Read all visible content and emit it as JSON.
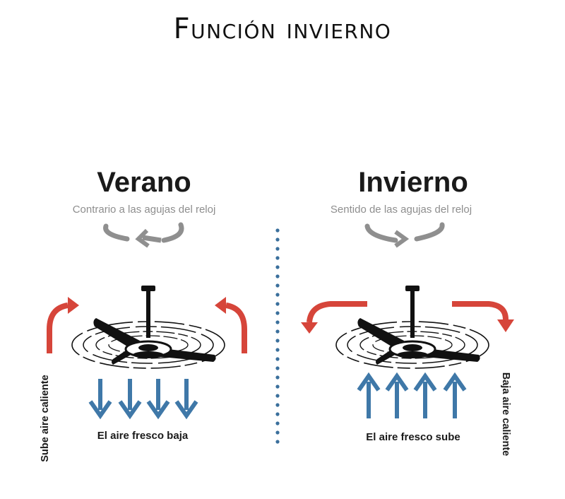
{
  "title": "Función invierno",
  "summer": {
    "title": "Verano",
    "rotation": "Contrario a las agujas del reloj",
    "caption": "El aire fresco baja",
    "side_label": "Sube aire caliente"
  },
  "winter": {
    "title": "Invierno",
    "rotation": "Sentido de las agujas del reloj",
    "caption": "El aire fresco sube",
    "side_label": "Baja aire caliente"
  },
  "colors": {
    "warm_arrow": "#d6453a",
    "cool_arrow": "#3f78a8",
    "rotation_arrow": "#8f8f8f",
    "divider": "#3a6f9c",
    "fan": "#111111"
  },
  "icons": {
    "summer_rotation": "counterclockwise-arrows-icon",
    "winter_rotation": "clockwise-arrows-icon",
    "fan": "ceiling-fan-icon"
  }
}
